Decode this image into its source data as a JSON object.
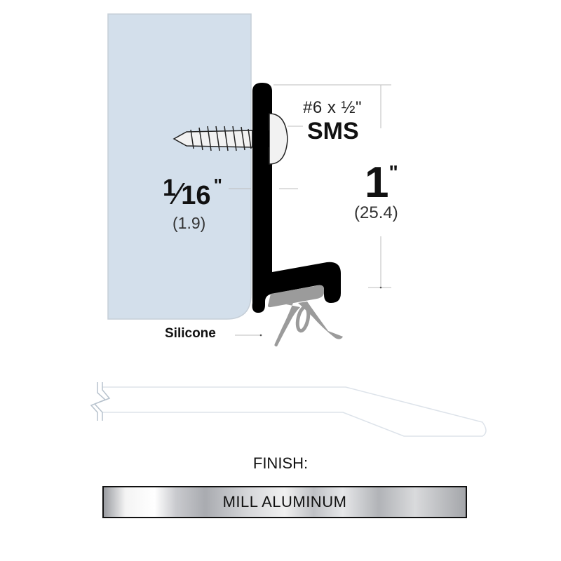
{
  "diagram": {
    "type": "product-cross-section",
    "colors": {
      "door_fill": "#d3dfeb",
      "door_edge": "#c6cfd8",
      "sweep_profile": "#000000",
      "seal_insert": "#9b9b9b",
      "screw_fill": "#f2f2f2",
      "dimension_lines": "#bdbdbd",
      "threshold_outline": "#dde3ea"
    },
    "labels": {
      "screw_size": "#6 x ½\"",
      "screw_type": "SMS",
      "thickness_num": "1",
      "thickness_slash": "⁄",
      "thickness_den": "16",
      "thickness_unit": "\"",
      "thickness_mm": "(1.9)",
      "height_value": "1",
      "height_unit": "\"",
      "height_mm": "(25.4)",
      "seal_material": "Silicone"
    },
    "finish": {
      "heading": "FINISH:",
      "value": "MILL ALUMINUM"
    }
  }
}
